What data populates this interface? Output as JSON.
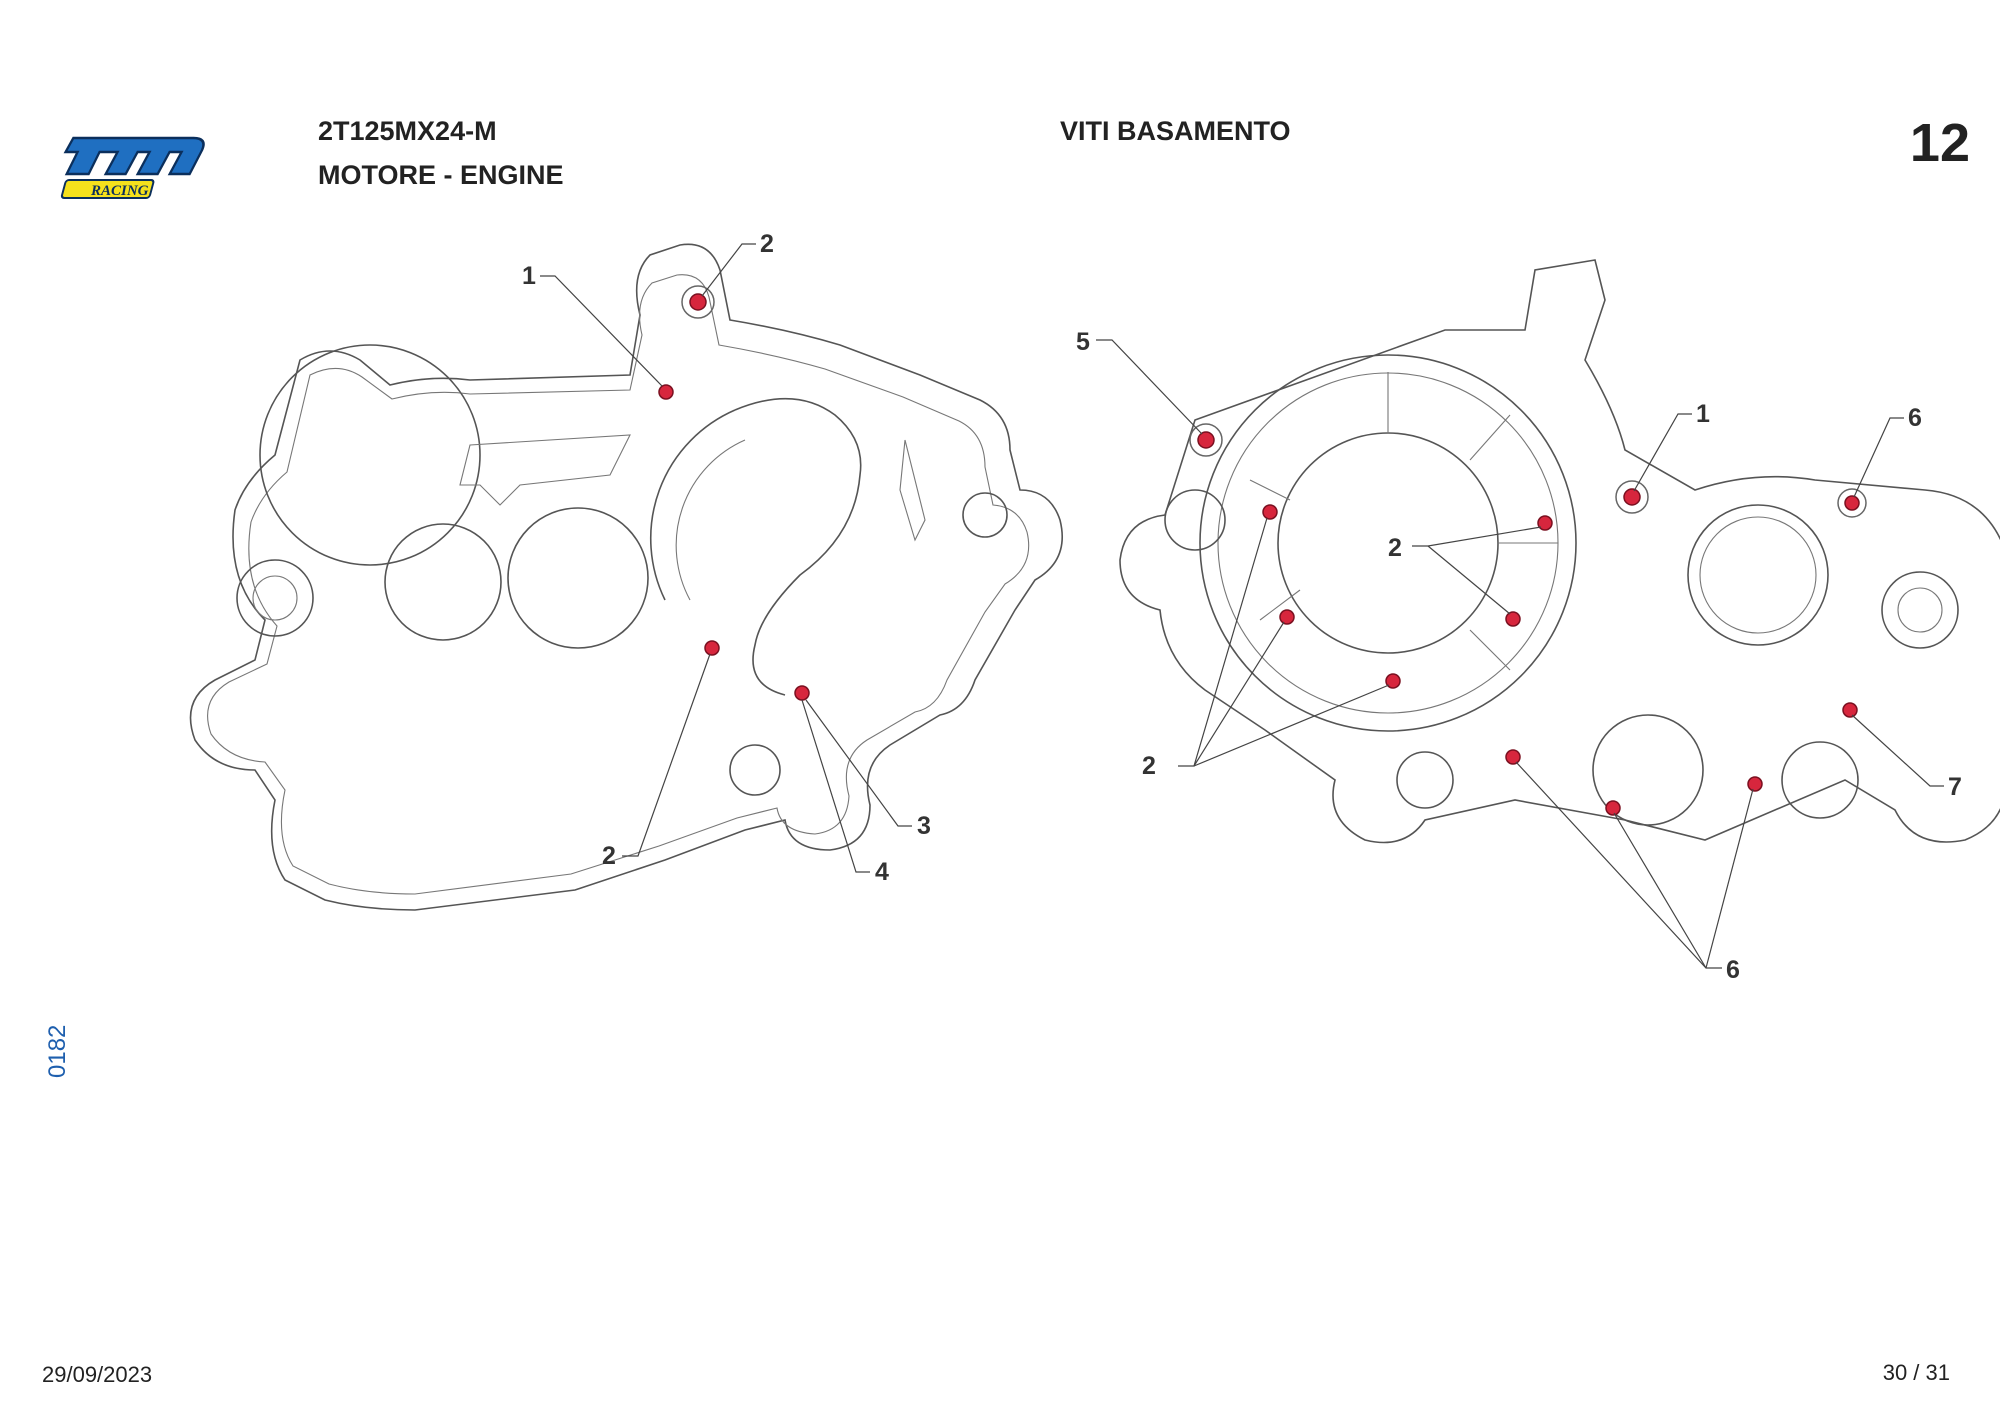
{
  "header": {
    "brand_mark": "tm",
    "brand_sub": "RACING",
    "model": "2T125MX24-M",
    "group": "MOTORE - ENGINE",
    "section": "VITI BASAMENTO",
    "table_number": "12"
  },
  "footer": {
    "date": "29/09/2023",
    "pages": "30 / 31",
    "side_code": "0182"
  },
  "colors": {
    "bolt": "#d7263d",
    "logo_blue": "#1f6fc1",
    "logo_yellow": "#f5e11c",
    "code_blue": "#1e5fae"
  },
  "left_view": {
    "callouts": [
      "1",
      "2",
      "2",
      "3",
      "4"
    ]
  },
  "right_view": {
    "callouts": [
      "5",
      "1",
      "6",
      "2",
      "2",
      "6",
      "7"
    ]
  }
}
